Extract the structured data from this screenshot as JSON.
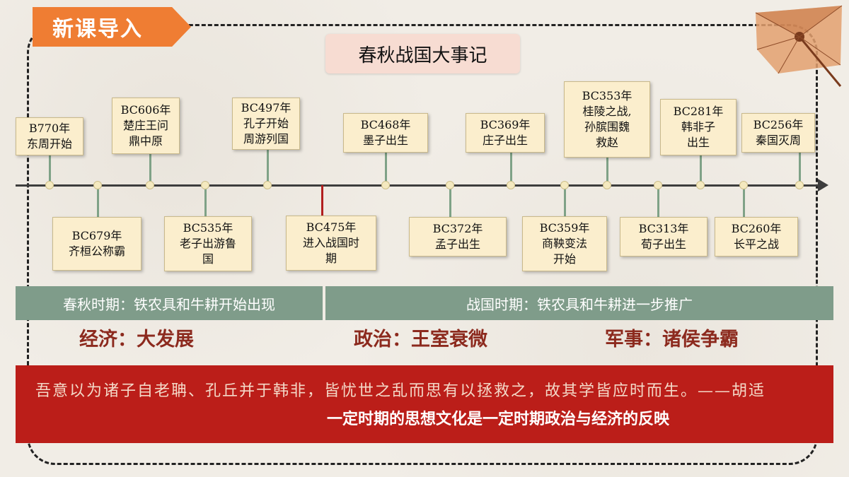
{
  "header": {
    "tab_label": "新课导入",
    "title": "春秋战国大事记"
  },
  "timeline": {
    "top_events": [
      {
        "year": "B770年",
        "event": "东周开始"
      },
      {
        "year": "BC606年",
        "event": "楚庄王问\n鼎中原"
      },
      {
        "year": "BC497年",
        "event": "孔子开始\n周游列国"
      },
      {
        "year": "BC468年",
        "event": "墨子出生"
      },
      {
        "year": "BC369年",
        "event": "庄子出生"
      },
      {
        "year": "BC353年",
        "event": "桂陵之战,\n孙膑围魏\n救赵"
      },
      {
        "year": "BC281年",
        "event": "韩非子\n出生"
      },
      {
        "year": "BC256年",
        "event": "秦国灭周"
      }
    ],
    "bottom_events": [
      {
        "year": "BC679年",
        "event": "齐桓公称霸"
      },
      {
        "year": "BC535年",
        "event": "老子出游鲁\n国"
      },
      {
        "year": "BC475年",
        "event": "进入战国时\n期"
      },
      {
        "year": "BC372年",
        "event": "孟子出生"
      },
      {
        "year": "BC359年",
        "event": "商鞅变法\n开始"
      },
      {
        "year": "BC313年",
        "event": "荀子出生"
      },
      {
        "year": "BC260年",
        "event": "长平之战"
      }
    ]
  },
  "periods": {
    "chunqiu": "春秋时期：铁农具和牛耕开始出现",
    "zhanguo": "战国时期：铁农具和牛耕进一步推广"
  },
  "aspects": {
    "economy": "经济：大发展",
    "politics": "政治：王室衰微",
    "military": "军事：诸侯争霸"
  },
  "quote": {
    "text": "吾意以为诸子自老聃、孔丘并于韩非，皆忧世之乱而思有以拯救之，故其学皆应时而生。——胡适",
    "conclusion": "一定时期的思想文化是一定时期政治与经济的反映"
  },
  "colors": {
    "tab": "#ef7d33",
    "card": "#fbeecd",
    "stem": "#7fa287",
    "period_band": "#7f9c8a",
    "aspect_text": "#8c2a1e",
    "quote_band": "#bb1e19"
  }
}
